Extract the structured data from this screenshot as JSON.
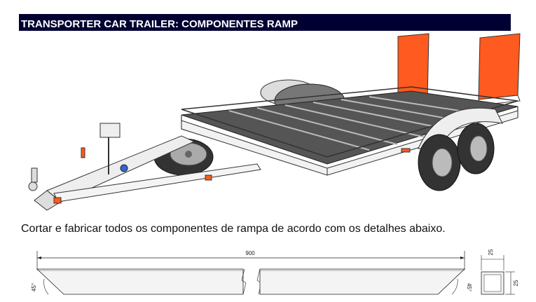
{
  "header": {
    "title": "TRANSPORTER CAR TRAILER: COMPONENTES RAMP"
  },
  "body": {
    "instruction": "Cortar e fabricar todos os componentes de rampa de acordo com os detalhes abaixo."
  },
  "drawing": {
    "length": "900",
    "angle_left": "45°",
    "angle_right": "45°",
    "section_width": "25",
    "section_height": "25"
  },
  "colors": {
    "header_bg": "#000033",
    "header_text": "#ffffff",
    "ramp_orange": "#ff5a1f",
    "frame_grey": "#e8e8e8",
    "deck_dark": "#444444"
  }
}
